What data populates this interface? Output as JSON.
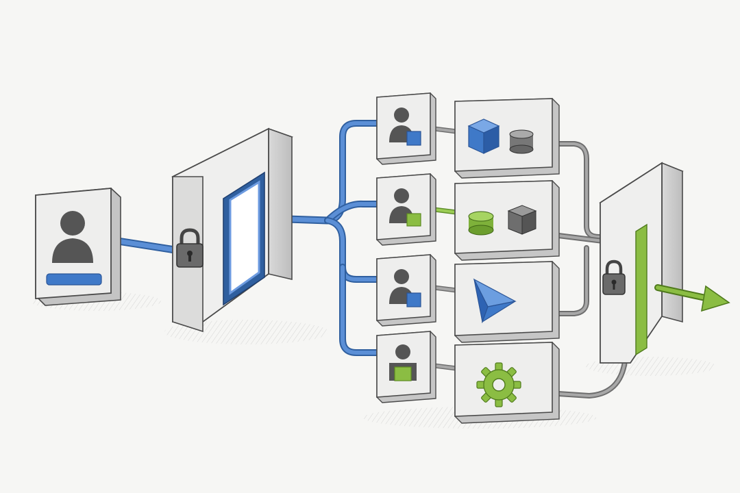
{
  "diagram": {
    "style": "pencil-sketch isometric flow",
    "colors": {
      "paper": "#f6f6f4",
      "box_face": "#eeeeed",
      "box_side": "#c9c9c9",
      "outline": "#4a4a4a",
      "icon_dark": "#555555",
      "accent_blue": "#3f79c8",
      "accent_green": "#8bbd43",
      "connector_gray": "#8e8e8e"
    },
    "nodes": [
      {
        "id": "user-card",
        "icon": "user-icon",
        "accent": "blue-bar"
      },
      {
        "id": "entry-gateway",
        "icon": "lock-icon",
        "accent": "blue-doorway"
      },
      {
        "id": "role-card-1",
        "icon": "user-icon",
        "badge": "blue"
      },
      {
        "id": "role-card-2",
        "icon": "user-icon",
        "badge": "green"
      },
      {
        "id": "role-card-3",
        "icon": "user-icon",
        "badge": "blue"
      },
      {
        "id": "role-card-4",
        "icon": "user-icon",
        "badge": "green-body"
      },
      {
        "id": "resource-card-1",
        "icons": [
          "blue-cube-icon",
          "gray-cylinder-icon"
        ]
      },
      {
        "id": "resource-card-2",
        "icons": [
          "green-cylinder-icon",
          "gray-cube-icon"
        ]
      },
      {
        "id": "resource-card-3",
        "icons": [
          "blue-prism-icon"
        ]
      },
      {
        "id": "resource-card-4",
        "icons": [
          "green-gear-icon"
        ]
      },
      {
        "id": "exit-gateway",
        "icon": "lock-icon",
        "accent": "green-slot"
      },
      {
        "id": "output-arrow",
        "icon": "green-arrow-icon"
      }
    ],
    "connections": [
      {
        "from": "user-card",
        "to": "entry-gateway",
        "color": "blue"
      },
      {
        "from": "entry-gateway",
        "to": "role-card-1",
        "color": "blue"
      },
      {
        "from": "entry-gateway",
        "to": "role-card-2",
        "color": "blue"
      },
      {
        "from": "entry-gateway",
        "to": "role-card-3",
        "color": "blue"
      },
      {
        "from": "entry-gateway",
        "to": "role-card-4",
        "color": "blue"
      },
      {
        "from": "role-card-1",
        "to": "resource-card-1",
        "color": "gray"
      },
      {
        "from": "role-card-2",
        "to": "resource-card-2",
        "color": "green"
      },
      {
        "from": "role-card-3",
        "to": "resource-card-3",
        "color": "gray"
      },
      {
        "from": "role-card-4",
        "to": "resource-card-4",
        "color": "gray"
      },
      {
        "from": "resource-card-1",
        "to": "exit-gateway",
        "color": "gray"
      },
      {
        "from": "resource-card-2",
        "to": "exit-gateway",
        "color": "gray"
      },
      {
        "from": "resource-card-3",
        "to": "exit-gateway",
        "color": "gray"
      },
      {
        "from": "resource-card-4",
        "to": "exit-gateway",
        "color": "gray"
      },
      {
        "from": "exit-gateway",
        "to": "output-arrow",
        "color": "green"
      }
    ]
  }
}
